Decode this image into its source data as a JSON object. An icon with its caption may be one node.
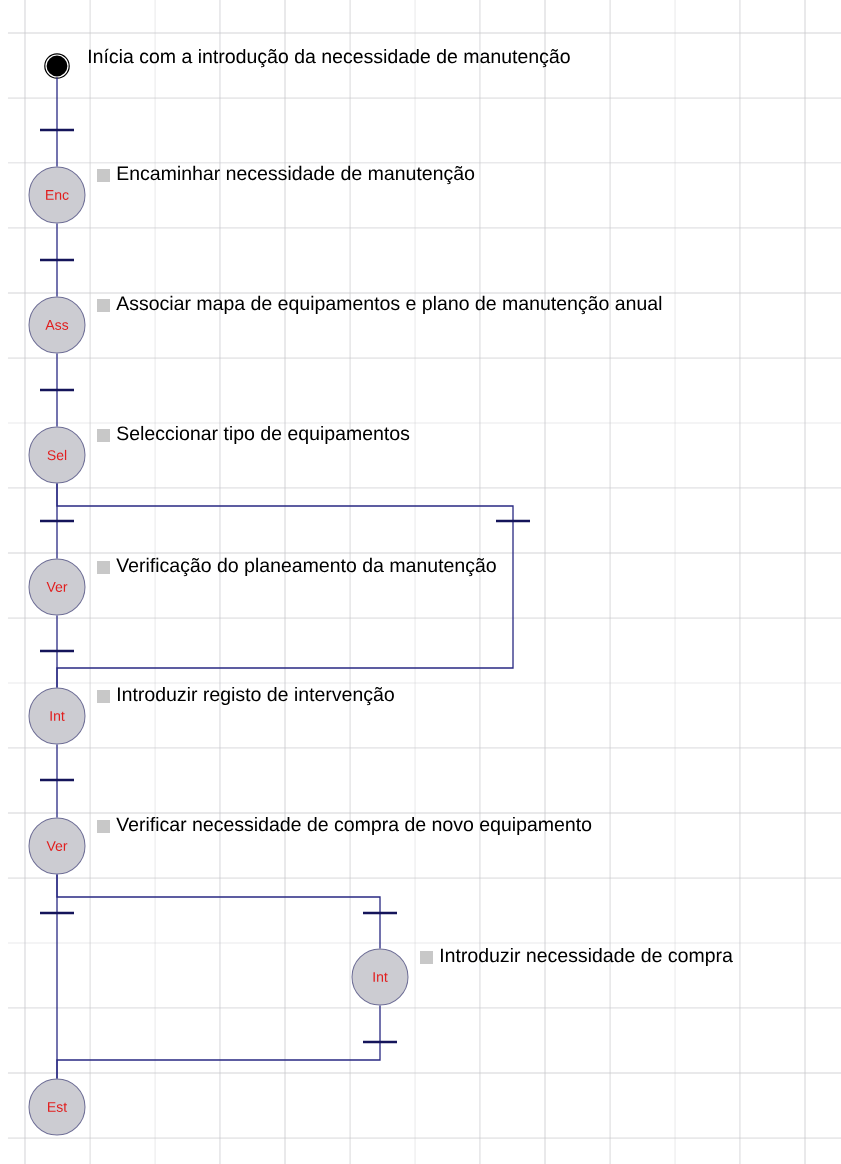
{
  "diagram": {
    "nodes": [
      {
        "text": [],
        "shape": "circle",
        "beside": [
          "Inícia com a introdução da necessidade de manutenção"
        ]
      },
      {
        "text": [
          "Enc"
        ],
        "beside": [
          "Encaminhar necessidade de manutenção"
        ]
      },
      {
        "text": [
          "Ass"
        ],
        "beside": [
          "Associar mapa de equipamentos e plano de manutenção anual"
        ]
      },
      {
        "text": [
          "Sel"
        ],
        "beside": [
          "Seleccionar tipo de equipamentos"
        ]
      },
      {
        "text": [
          "Ver"
        ],
        "beside": [
          "Verificação do planeamento da manutenção"
        ]
      },
      {
        "text": [
          "Int"
        ],
        "beside": [
          "Introduzir registo de intervenção"
        ]
      },
      {
        "text": [
          "Ver"
        ],
        "beside": [
          "Verificar necessidade de compra de novo equipamento"
        ]
      },
      {
        "text": [
          "Int"
        ],
        "beside": [
          "Introduzir necessidade de compra"
        ]
      },
      {
        "text": [
          "Est"
        ]
      }
    ],
    "edges": [
      {
        "from": 0,
        "to": 1,
        "arrow": "none"
      },
      {
        "from": 1,
        "to": 2,
        "arrow": "none"
      },
      {
        "from": 2,
        "to": 3,
        "arrow": "none"
      },
      {
        "from": 3,
        "to": 4,
        "arrow": "none"
      },
      {
        "from": 4,
        "to": 5,
        "arrow": "none"
      },
      {
        "from": 3,
        "to": 5,
        "arrow": "none"
      },
      {
        "from": 5,
        "to": 6,
        "arrow": "none"
      },
      {
        "from": 6,
        "to": 8,
        "arrow": "none"
      },
      {
        "from": 6,
        "to": 7,
        "arrow": "none"
      },
      {
        "from": 7,
        "to": 8,
        "arrow": "none"
      }
    ]
  }
}
